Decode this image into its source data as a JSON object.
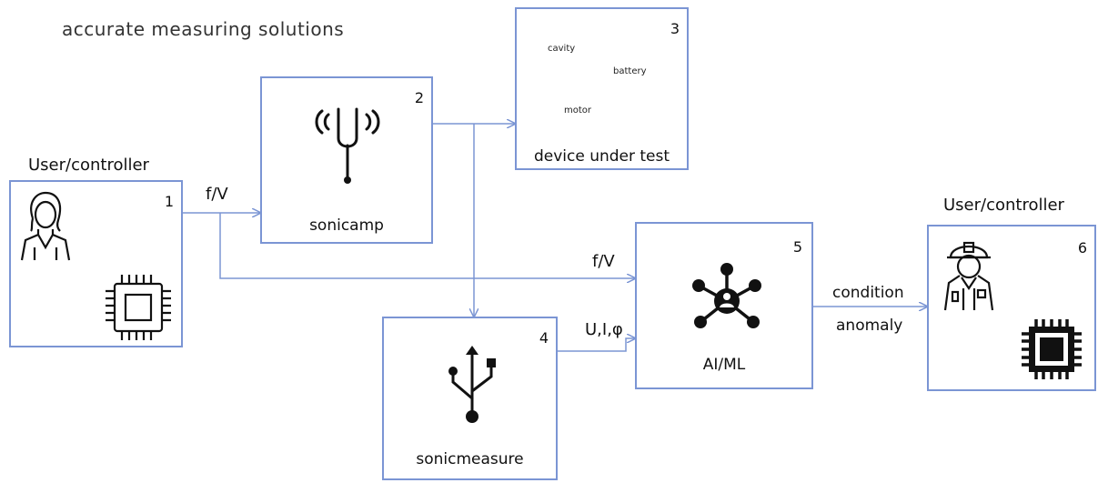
{
  "tagline": "accurate measuring solutions",
  "nodes": {
    "user_in": {
      "heading": "User/controller",
      "number": "1"
    },
    "sonicamp": {
      "label": "sonicamp",
      "number": "2"
    },
    "dut": {
      "label": "device under test",
      "number": "3",
      "items": [
        "cavity",
        "battery",
        "motor"
      ]
    },
    "sonicmeasure": {
      "label": "sonicmeasure",
      "number": "4"
    },
    "aiml": {
      "label": "AI/ML",
      "number": "5"
    },
    "user_out": {
      "heading": "User/controller",
      "number": "6"
    }
  },
  "flows": {
    "fv_top": "f/V",
    "fv_mid": "f/V",
    "uiphi": "U,I,φ",
    "condition": "condition",
    "anomaly": "anomaly"
  },
  "colors": {
    "wire": "#7b95d4",
    "border": "#7b95d4",
    "icon": "#111111"
  }
}
